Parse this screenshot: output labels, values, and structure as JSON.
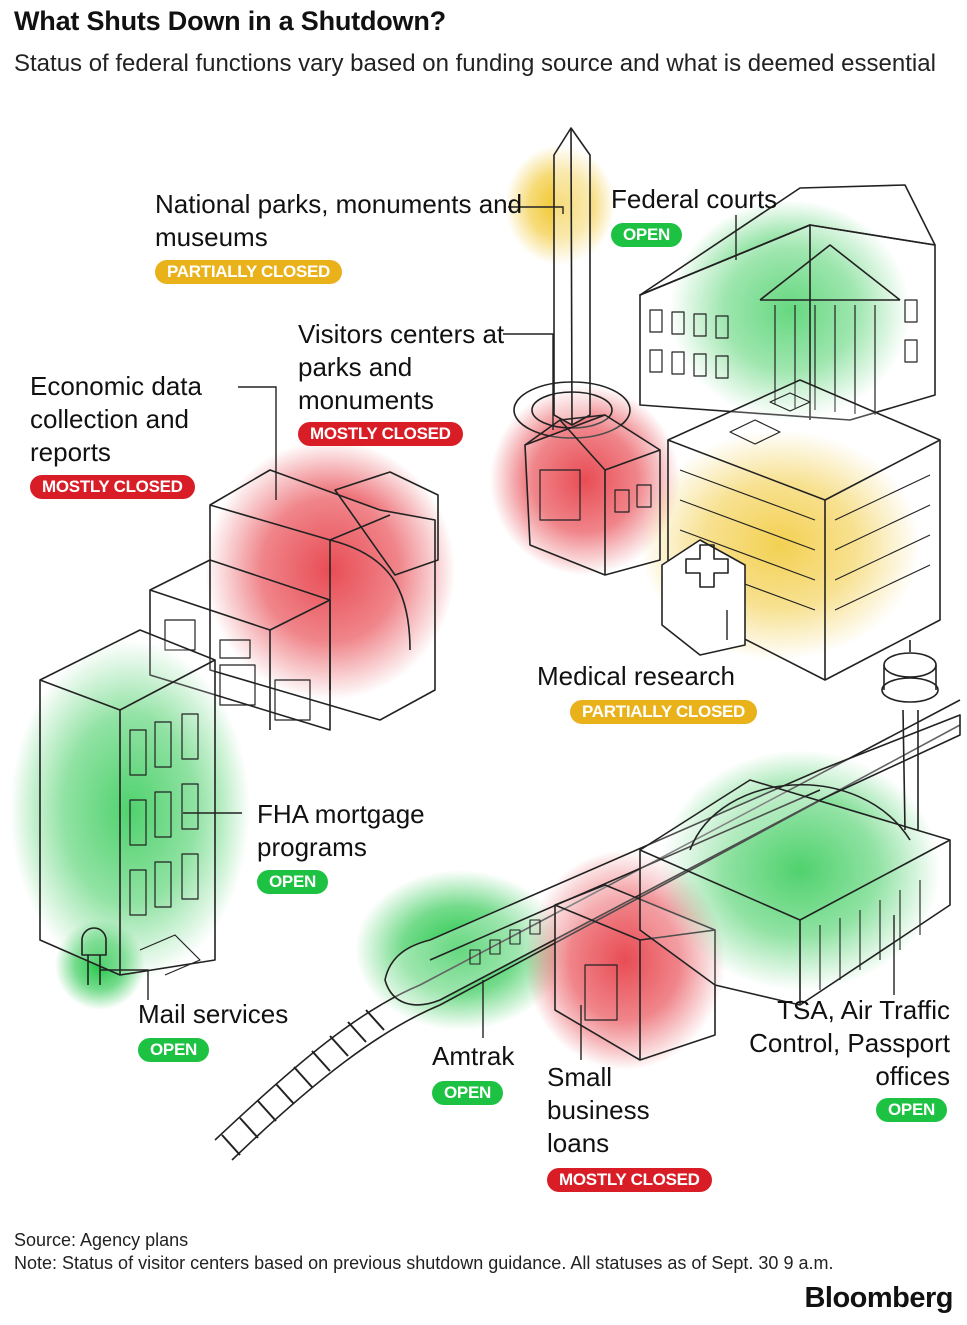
{
  "title": "What Shuts Down in a Shutdown?",
  "subtitle": "Status of federal functions vary based on funding source and what is deemed essential",
  "colors": {
    "open": "#1ec243",
    "partially_closed": "#e9b21b",
    "mostly_closed": "#d81d26"
  },
  "items": {
    "parks": {
      "label": "National parks, monuments and museums",
      "status": "PARTIALLY CLOSED"
    },
    "courts": {
      "label": "Federal courts",
      "status": "OPEN"
    },
    "visitors": {
      "label": "Visitors centers at parks and monuments",
      "status": "MOSTLY CLOSED"
    },
    "economic": {
      "label": "Economic data collection and reports",
      "status": "MOSTLY CLOSED"
    },
    "medical": {
      "label": "Medical research",
      "status": "PARTIALLY CLOSED"
    },
    "fha": {
      "label": "FHA mortgage programs",
      "status": "OPEN"
    },
    "mail": {
      "label": "Mail services",
      "status": "OPEN"
    },
    "amtrak": {
      "label": "Amtrak",
      "status": "OPEN"
    },
    "small": {
      "label": "Small business loans",
      "status": "MOSTLY CLOSED"
    },
    "tsa": {
      "label": "TSA, Air Traffic Control, Passport offices",
      "status": "OPEN"
    }
  },
  "source": "Source: Agency plans",
  "note": "Note: Status of visitor centers based on previous shutdown guidance. All statuses as of Sept. 30 9 a.m.",
  "brand": "Bloomberg",
  "icons": [
    "washington-monument",
    "courthouse",
    "house",
    "office-building",
    "hospital",
    "brownstone",
    "mailbox",
    "train",
    "bank",
    "airport-terminal",
    "control-tower"
  ]
}
